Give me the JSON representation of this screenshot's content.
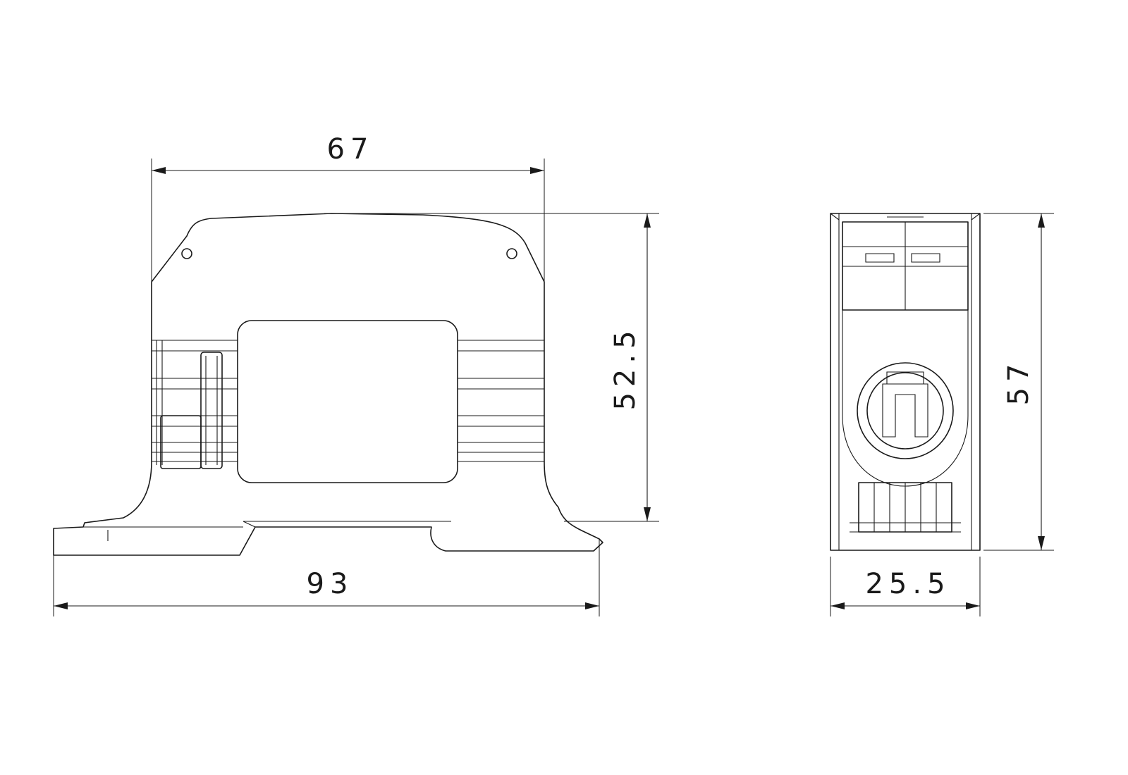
{
  "dimensions": {
    "front_width_top": "67",
    "front_height": "52.5",
    "front_width_base": "93",
    "side_width": "25.5",
    "side_height": "57"
  },
  "colors": {
    "line": "#1a1a1a",
    "background": "#ffffff"
  }
}
